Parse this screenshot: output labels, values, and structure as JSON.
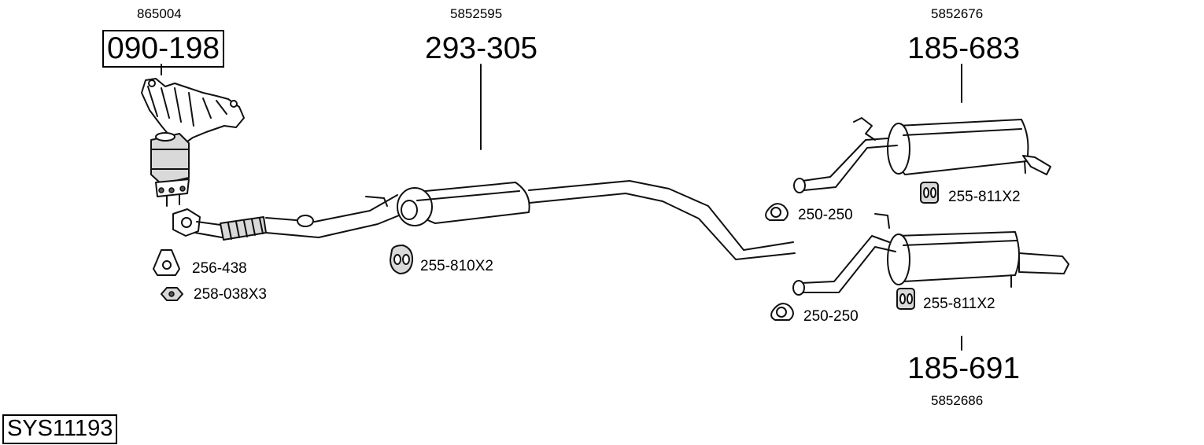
{
  "system_code": "SYS11193",
  "assemblies": {
    "catalytic_manifold": {
      "oe_number": "865004",
      "part_number": "090-198"
    },
    "center_silencer": {
      "oe_number": "5852595",
      "part_number": "293-305"
    },
    "rear_silencer_upper": {
      "oe_number": "5852676",
      "part_number": "185-683"
    },
    "rear_silencer_lower": {
      "oe_number": "5852686",
      "part_number": "185-691"
    }
  },
  "fittings": {
    "gasket": "256-438",
    "nut": "258-038X3",
    "center_mount": "255-810X2",
    "clamp_upper": "250-250",
    "rear_mount_upper": "255-811X2",
    "clamp_lower": "250-250",
    "rear_mount_lower": "255-811X2"
  }
}
